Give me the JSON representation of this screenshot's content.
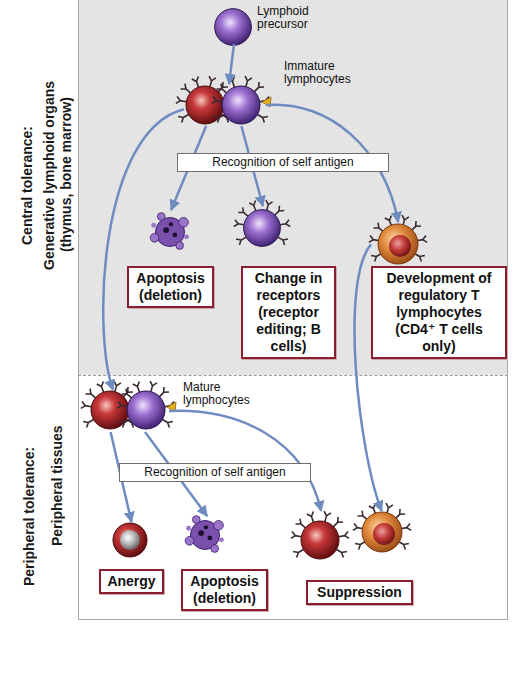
{
  "diagram": {
    "nodes": [
      {
        "text": [
          "Central tolerance:",
          "Generative lymphoid organs (thymus, bone marrow)"
        ]
      },
      {
        "text": [
          "Lymphoid precursor"
        ],
        "in": 0
      },
      {
        "text": [
          "Immature lymphocytes"
        ],
        "in": 0
      },
      {
        "text": [
          "Recognition of self antigen"
        ],
        "in": 0
      },
      {
        "text": [
          "Apoptosis (deletion)"
        ],
        "in": 0
      },
      {
        "text": [
          "Change in receptors (receptor editing; B cells)"
        ],
        "in": 0
      },
      {
        "text": [
          "Development of regulatory T lymphocytes (CD4⁺ T cells only)"
        ],
        "in": 0
      },
      {
        "text": [
          "Peripheral tolerance:",
          "Peripheral tissues"
        ]
      },
      {
        "text": [
          "Mature lymphocytes"
        ],
        "in": 7
      },
      {
        "text": [
          "Recognition of self antigen"
        ],
        "in": 7
      },
      {
        "text": [
          "Anergy"
        ],
        "in": 7
      },
      {
        "text": [
          "Apoptosis (deletion)"
        ],
        "in": 7
      },
      {
        "text": [
          "Suppression"
        ],
        "in": 7
      }
    ],
    "edges": [
      {
        "from": 1,
        "to": 2,
        "arrow": "to"
      },
      {
        "from": 2,
        "to": 4,
        "arrow": "to"
      },
      {
        "from": 2,
        "to": 5,
        "arrow": "to"
      },
      {
        "from": 2,
        "to": 6,
        "arrow": "to"
      },
      {
        "from": 2,
        "to": 8,
        "arrow": "to"
      },
      {
        "from": 6,
        "to": 12,
        "arrow": "to"
      },
      {
        "from": 8,
        "to": 10,
        "arrow": "to"
      },
      {
        "from": 8,
        "to": 11,
        "arrow": "to"
      },
      {
        "from": 8,
        "to": 12,
        "arrow": "to"
      }
    ]
  }
}
